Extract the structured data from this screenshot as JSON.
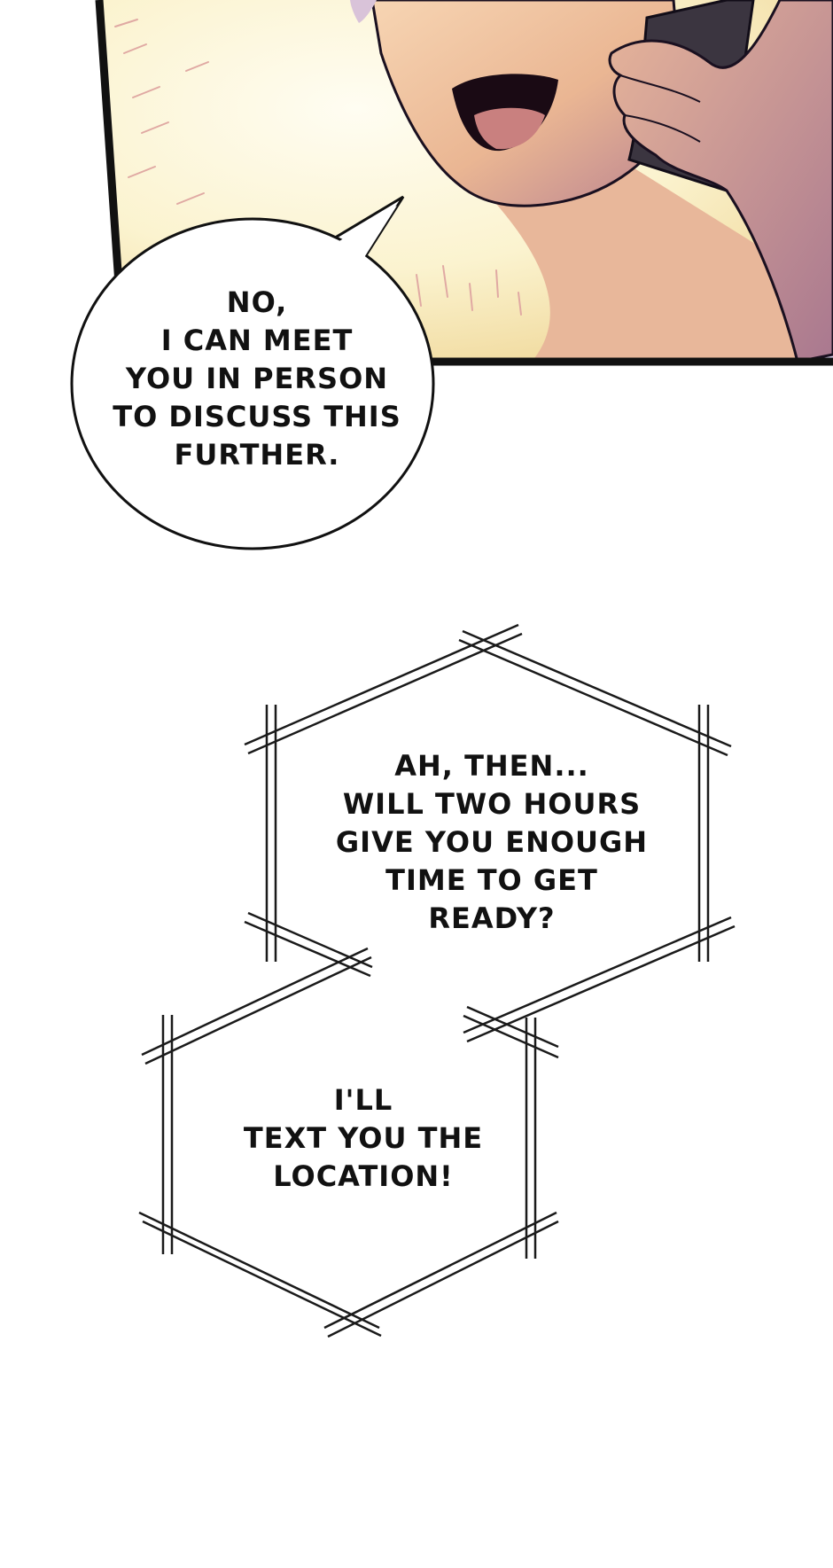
{
  "speech_bubble": {
    "lines": [
      "NO,",
      "I CAN MEET",
      "YOU IN PERSON",
      "TO DISCUSS THIS",
      "FURTHER."
    ]
  },
  "thought_box_top": {
    "lines": [
      "AH, THEN...",
      "WILL TWO HOURS",
      "GIVE YOU ENOUGH",
      "TIME TO GET",
      "READY?"
    ]
  },
  "thought_box_bottom": {
    "lines": [
      "I'LL",
      "TEXT YOU THE",
      "LOCATION!"
    ]
  },
  "colors": {
    "panel_border": "#111111",
    "skin": "#f3c9a6",
    "background_glow": "#fbf1c8",
    "phone": "#3b3540",
    "shirt": "#dcd6f0"
  }
}
